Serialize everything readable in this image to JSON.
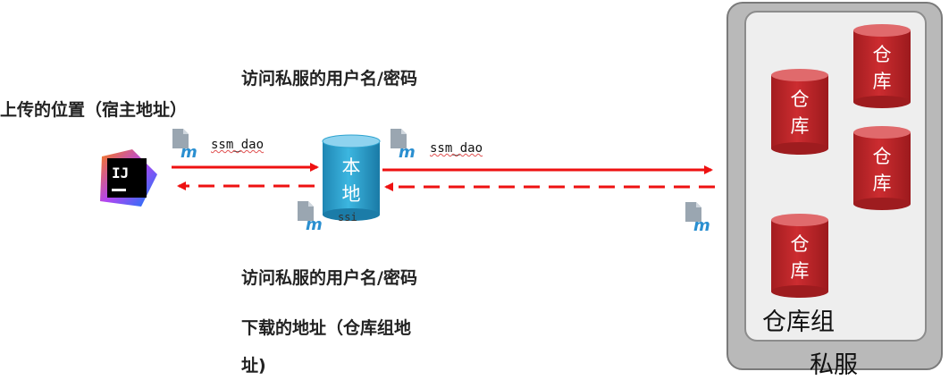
{
  "upload_location": "上传的位置（宿主地址）",
  "credentials_top": "访问私服的用户名/密码",
  "credentials_bottom": "访问私服的用户名/密码",
  "download_line1": "下载的地址（仓库组地",
  "download_line2": "址)",
  "ide": {
    "icon_text": "IJ"
  },
  "artifact_left": "ssm_dao",
  "artifact_right": "ssm_dao",
  "artifact_bottom_partial": "ssi",
  "local_repo": {
    "line1": "本",
    "line2": "地"
  },
  "repo_label": {
    "line1": "仓",
    "line2": "库"
  },
  "repo_group_label": "仓库组",
  "private_server_label": "私服",
  "colors": {
    "arrow": "#ee1111",
    "local_cylinder": "#2ea3cf",
    "repo_cylinder": "#c0262a",
    "server_box": "#b9b9b9",
    "group_box": "#eeeeee"
  }
}
